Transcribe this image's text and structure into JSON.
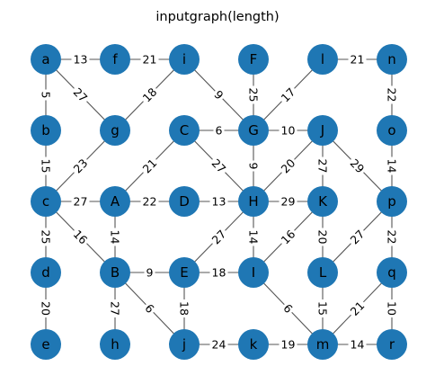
{
  "title": "inputgraph(length)",
  "colors": {
    "node": "#1f77b4",
    "edge": "#555555",
    "label_bg": "#ffffff"
  },
  "nodes": [
    {
      "id": "a"
    },
    {
      "id": "f"
    },
    {
      "id": "i"
    },
    {
      "id": "F"
    },
    {
      "id": "l"
    },
    {
      "id": "n"
    },
    {
      "id": "b"
    },
    {
      "id": "g"
    },
    {
      "id": "C"
    },
    {
      "id": "G"
    },
    {
      "id": "J"
    },
    {
      "id": "o"
    },
    {
      "id": "c"
    },
    {
      "id": "A"
    },
    {
      "id": "D"
    },
    {
      "id": "H"
    },
    {
      "id": "K"
    },
    {
      "id": "p"
    },
    {
      "id": "d"
    },
    {
      "id": "B"
    },
    {
      "id": "E"
    },
    {
      "id": "I"
    },
    {
      "id": "L"
    },
    {
      "id": "q"
    },
    {
      "id": "e"
    },
    {
      "id": "h"
    },
    {
      "id": "j"
    },
    {
      "id": "k"
    },
    {
      "id": "m"
    },
    {
      "id": "r"
    }
  ],
  "edges": [
    {
      "u": "a",
      "v": "f",
      "w": "13"
    },
    {
      "u": "f",
      "v": "i",
      "w": "21"
    },
    {
      "u": "l",
      "v": "n",
      "w": "21"
    },
    {
      "u": "a",
      "v": "b",
      "w": "5"
    },
    {
      "u": "a",
      "v": "g",
      "w": "27"
    },
    {
      "u": "i",
      "v": "g",
      "w": "18"
    },
    {
      "u": "i",
      "v": "G",
      "w": "9"
    },
    {
      "u": "F",
      "v": "G",
      "w": "25"
    },
    {
      "u": "l",
      "v": "G",
      "w": "17"
    },
    {
      "u": "n",
      "v": "o",
      "w": "22"
    },
    {
      "u": "C",
      "v": "G",
      "w": "6"
    },
    {
      "u": "G",
      "v": "J",
      "w": "10"
    },
    {
      "u": "b",
      "v": "c",
      "w": "15"
    },
    {
      "u": "g",
      "v": "c",
      "w": "23"
    },
    {
      "u": "C",
      "v": "A",
      "w": "21"
    },
    {
      "u": "C",
      "v": "H",
      "w": "27"
    },
    {
      "u": "G",
      "v": "H",
      "w": "9"
    },
    {
      "u": "J",
      "v": "H",
      "w": "20"
    },
    {
      "u": "J",
      "v": "K",
      "w": "27"
    },
    {
      "u": "J",
      "v": "p",
      "w": "29"
    },
    {
      "u": "o",
      "v": "p",
      "w": "14"
    },
    {
      "u": "c",
      "v": "A",
      "w": "27"
    },
    {
      "u": "A",
      "v": "D",
      "w": "22"
    },
    {
      "u": "D",
      "v": "H",
      "w": "13"
    },
    {
      "u": "H",
      "v": "K",
      "w": "29"
    },
    {
      "u": "c",
      "v": "d",
      "w": "25"
    },
    {
      "u": "c",
      "v": "B",
      "w": "16"
    },
    {
      "u": "A",
      "v": "B",
      "w": "14"
    },
    {
      "u": "H",
      "v": "E",
      "w": "27"
    },
    {
      "u": "H",
      "v": "I",
      "w": "14"
    },
    {
      "u": "K",
      "v": "I",
      "w": "16"
    },
    {
      "u": "K",
      "v": "L",
      "w": "20"
    },
    {
      "u": "p",
      "v": "L",
      "w": "27"
    },
    {
      "u": "p",
      "v": "q",
      "w": "22"
    },
    {
      "u": "B",
      "v": "E",
      "w": "9"
    },
    {
      "u": "E",
      "v": "I",
      "w": "18"
    },
    {
      "u": "d",
      "v": "e",
      "w": "20"
    },
    {
      "u": "B",
      "v": "h",
      "w": "27"
    },
    {
      "u": "B",
      "v": "j",
      "w": "6"
    },
    {
      "u": "E",
      "v": "j",
      "w": "18"
    },
    {
      "u": "I",
      "v": "m",
      "w": "6"
    },
    {
      "u": "L",
      "v": "m",
      "w": "15"
    },
    {
      "u": "q",
      "v": "m",
      "w": "21"
    },
    {
      "u": "q",
      "v": "r",
      "w": "10"
    },
    {
      "u": "j",
      "v": "k",
      "w": "24"
    },
    {
      "u": "k",
      "v": "m",
      "w": "19"
    },
    {
      "u": "m",
      "v": "r",
      "w": "14"
    }
  ]
}
